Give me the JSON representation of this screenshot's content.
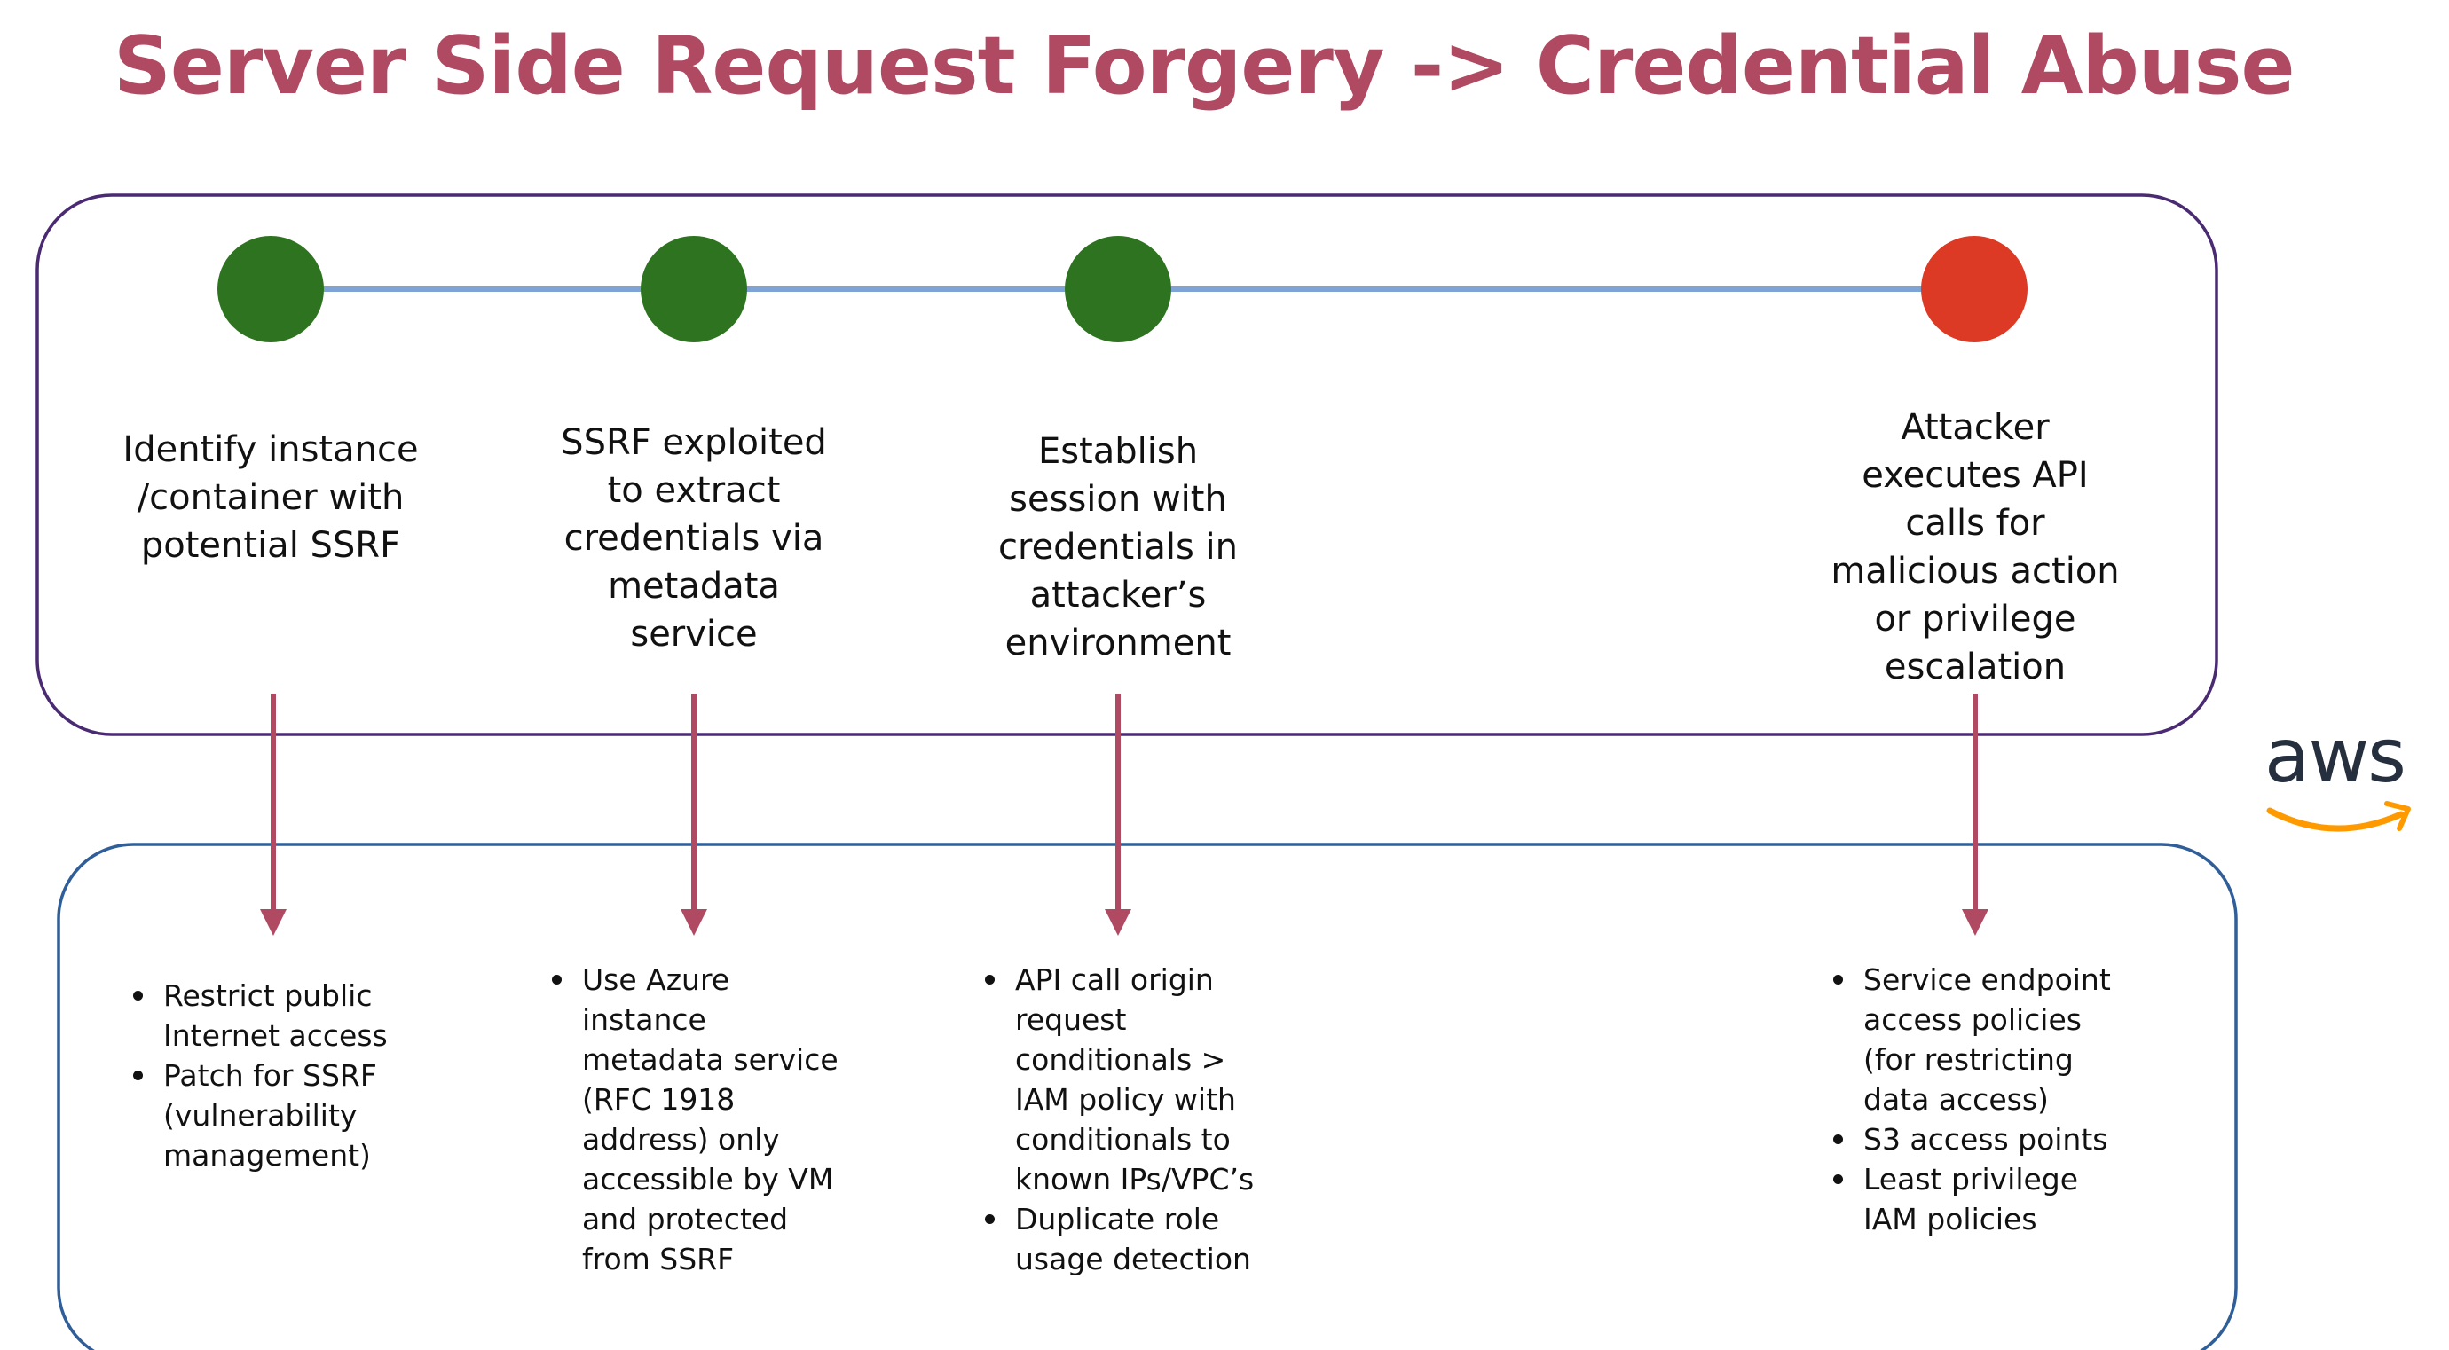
{
  "title": "Server Side Request Forgery -> Credential Abuse",
  "colors": {
    "title": "#b04a62",
    "step_completed": "#2e7420",
    "step_attack": "#dc3a24",
    "timeline_line": "#7fa3d4",
    "top_box_border": "#4a2a73",
    "bottom_box_border": "#2f5e98",
    "arrow": "#b04a62",
    "aws_text": "#252f3e",
    "aws_smile": "#ff9900"
  },
  "steps": [
    {
      "label_lines": [
        "Identify instance",
        "/container with",
        "potential SSRF"
      ],
      "status": "completed",
      "mitigations": [
        [
          "Restrict public",
          "Internet access"
        ],
        [
          "Patch for SSRF",
          "(vulnerability",
          "management)"
        ]
      ]
    },
    {
      "label_lines": [
        "SSRF exploited",
        "to extract",
        "credentials via",
        "metadata",
        "service"
      ],
      "status": "completed",
      "mitigations": [
        [
          "Use Azure",
          "instance",
          "metadata service",
          "(RFC 1918",
          "address) only",
          "accessible by VM",
          "and protected",
          "from SSRF"
        ]
      ]
    },
    {
      "label_lines": [
        "Establish",
        "session with",
        "credentials in",
        "attacker’s",
        "environment"
      ],
      "status": "completed",
      "mitigations": [
        [
          "API call origin",
          "request",
          "conditionals >",
          "IAM policy with",
          "conditionals to",
          "known IPs/VPC’s"
        ],
        [
          "Duplicate role",
          "usage detection"
        ]
      ]
    },
    {
      "label_lines": [
        "Attacker",
        "executes API",
        "calls for",
        "malicious action",
        "or privilege",
        "escalation"
      ],
      "status": "attack",
      "mitigations": [
        [
          "Service endpoint",
          "access policies",
          "(for restricting",
          "data access)"
        ],
        [
          "S3 access points"
        ],
        [
          "Least privilege",
          "IAM policies"
        ]
      ]
    }
  ],
  "logo": {
    "text": "aws",
    "icon": "aws-logo-icon"
  }
}
